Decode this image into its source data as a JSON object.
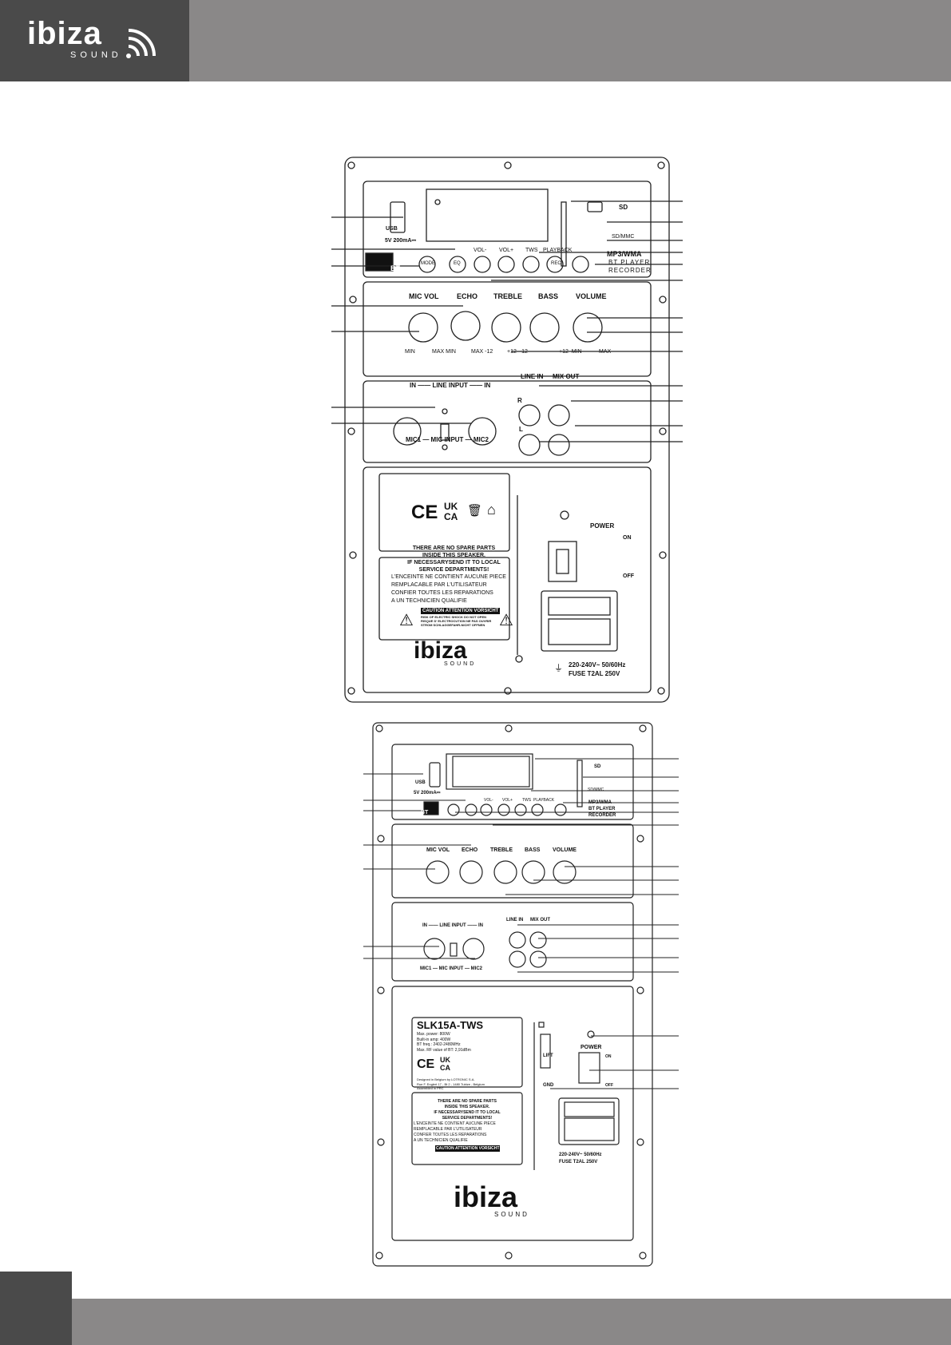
{
  "header": {
    "brand": "ibiza",
    "brand_sub": "SOUND"
  },
  "panel": {
    "usb_label": "USB",
    "usb_power": "5V 200mA⎓",
    "bt_badge": "BT",
    "sd_badge": "SD",
    "sd_slot_label": "SD/MMC",
    "modes": [
      "MP3/WMA",
      "BT PLAYER",
      "RECORDER"
    ],
    "buttons": [
      "MODE",
      "EQ",
      "",
      "",
      "",
      "REC",
      ""
    ],
    "button_captions": [
      "VOL-",
      "VOL+",
      "TWS",
      "PLAYBACK"
    ],
    "knobs": [
      "MIC VOL",
      "ECHO",
      "TREBLE",
      "BASS",
      "VOLUME"
    ],
    "knob_scales": [
      "MIN",
      "MAX MIN",
      "MAX -12",
      "+12  -12",
      "+12  MIN",
      "MAX"
    ],
    "line_input_label": "IN —— LINE INPUT —— IN",
    "mic_input_label": "MIC1 — MIC INPUT — MIC2",
    "rca_header": [
      "LINE IN",
      "MIX OUT"
    ],
    "rca_r": "R",
    "rca_l": "L",
    "power_label": "POWER",
    "power_on": "ON",
    "power_off": "OFF",
    "mains_rating": "220-240V~  50/60Hz",
    "fuse_rating": "FUSE T2AL 250V",
    "warning_en": [
      "THERE ARE NO SPARE PARTS",
      "INSIDE THIS SPEAKER.",
      "IF NECESSARYSEND IT TO LOCAL",
      "SERVICE DEPARTMENTS!"
    ],
    "warning_fr": [
      "L'ENCEINTE NE CONTIENT AUCUNE PIECE",
      "REMPLACABLE PAR L'UTILISATEUR",
      "CONFIER TOUTES LES REPARATIONS",
      "A UN TECHNICIEN QUALIFIE"
    ],
    "caution": "CAUTION ATTENTION VORSICHT",
    "caution_fine": [
      "RISK OF ELECTRIC SHOCK DO NOT OPEN",
      "RISQUE D' ELECTROCUTION NE PAS OUVRIR",
      "STROM SCHLAGGEFAHR-NICHT OFFNEN"
    ],
    "cert_ce": "CE",
    "cert_ukca": [
      "UK",
      "CA"
    ]
  },
  "panel2": {
    "model": "SLK15A-TWS",
    "specs": [
      "Max. power: 800W",
      "Built-in amp: 400W",
      "BT freq.: 2402-2480MHz",
      "Max. RF value of BT: 2,91dBm"
    ],
    "designed": [
      "Designed in Belgium by LOTRONIC S.A.",
      "Rue F. Englert 17 - Bt 2 - 1480 Tubize - Belgium",
      "Assembled in PRC"
    ],
    "lift_label": "LIFT",
    "gnd_label": "GND",
    "line_input_label": "IN —— LINE INPUT —— IN",
    "mic_input_label": "MIC1 — MIC INPUT — MIC2",
    "modes": [
      "MP3/WMA",
      "BT PLAYER",
      "RECORDER"
    ]
  },
  "colors": {
    "header_gray": "#8a8888",
    "logo_dark": "#4a4a4a"
  }
}
